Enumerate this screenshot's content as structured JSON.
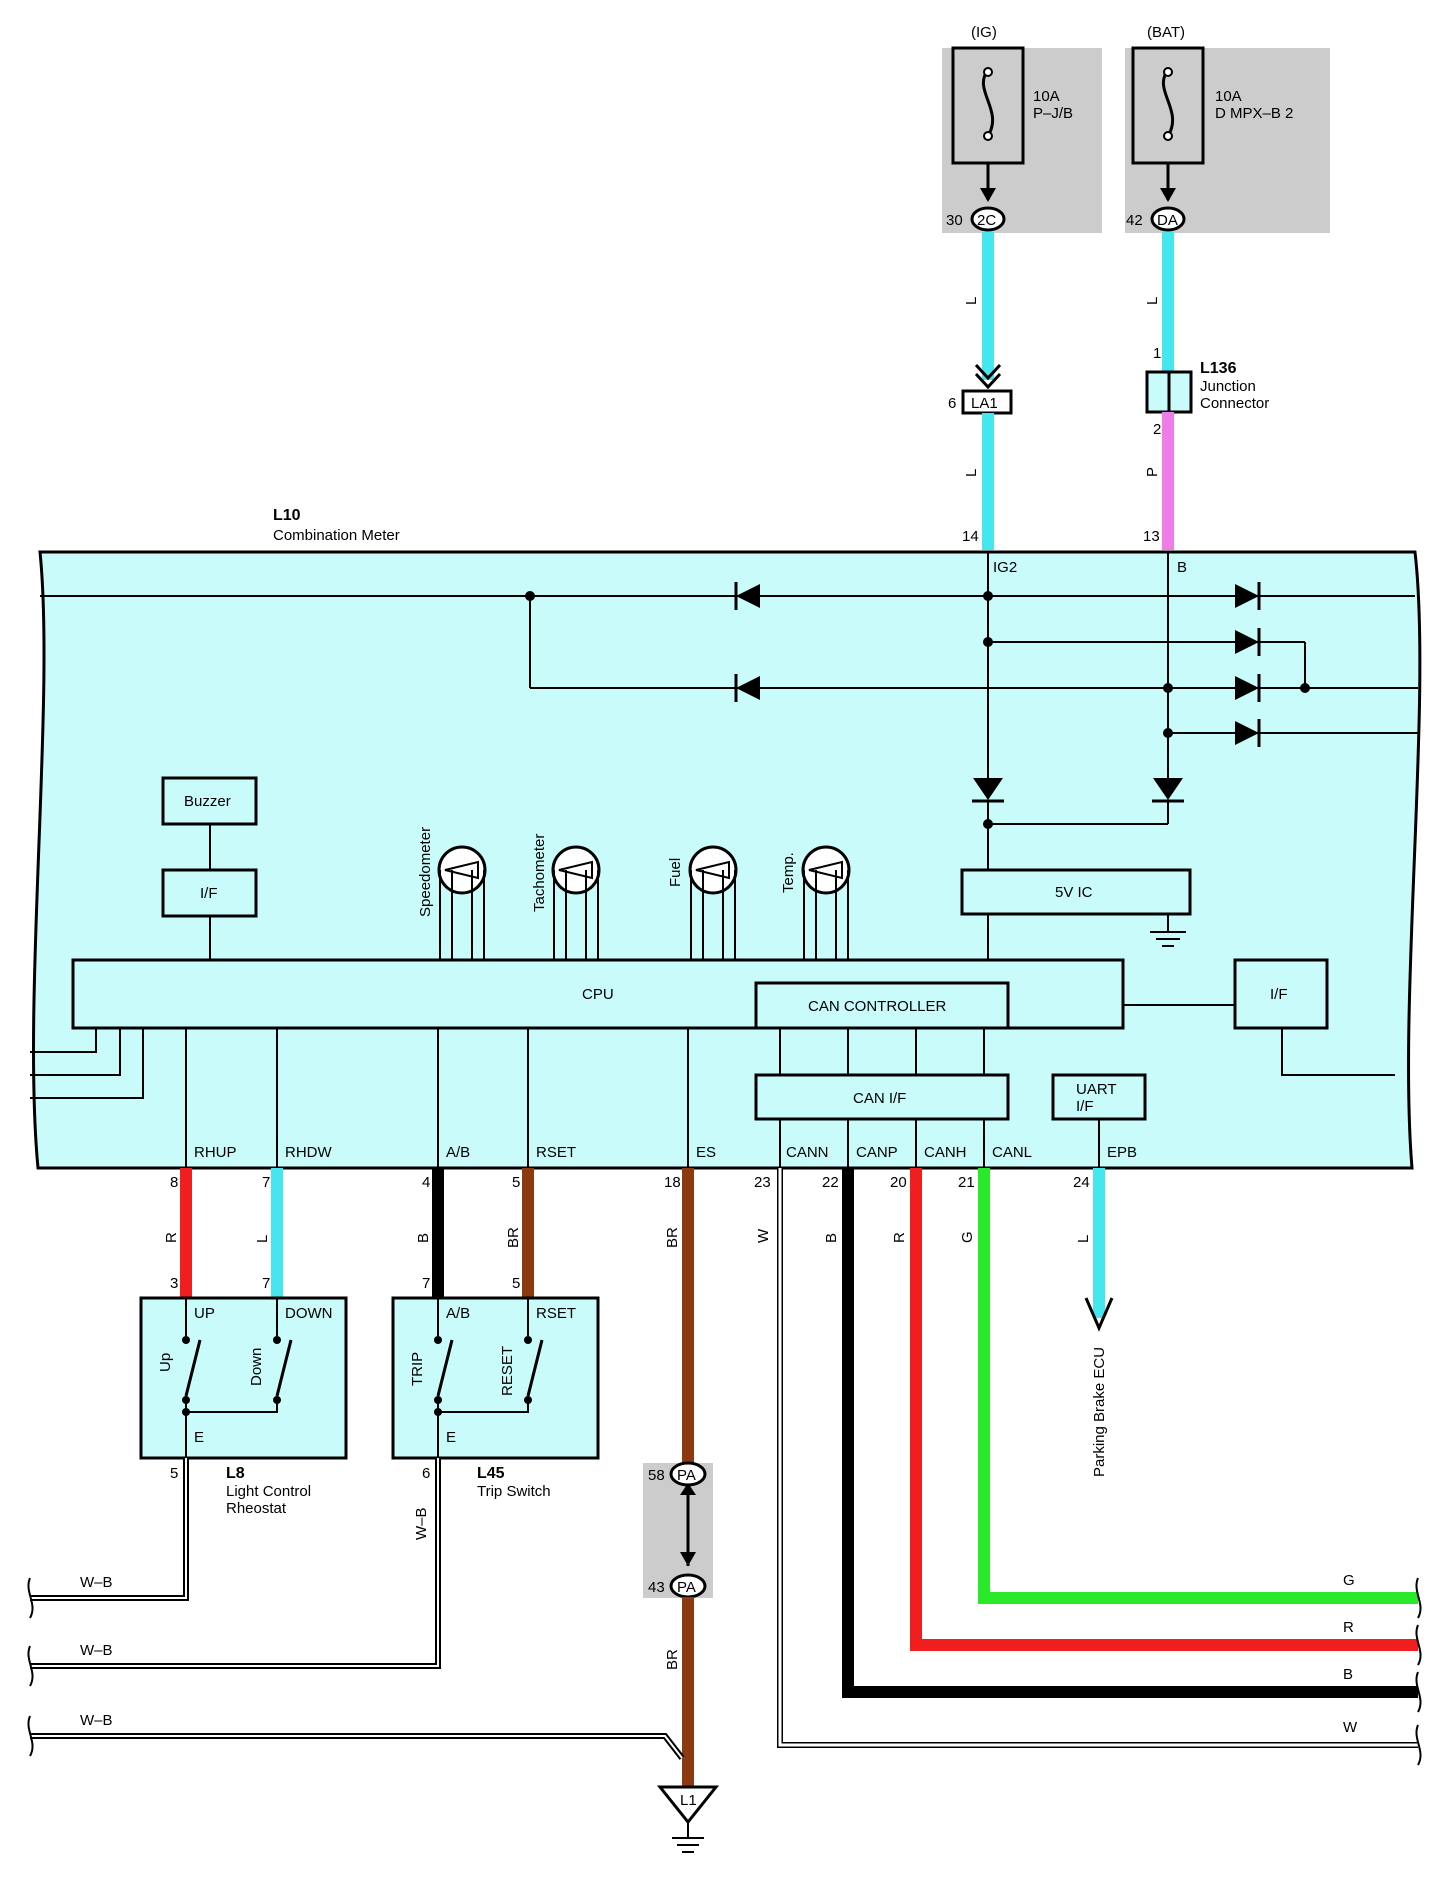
{
  "colors": {
    "L": "#46e6f0",
    "P": "#f07ce8",
    "R": "#f01e1e",
    "B": "#000000",
    "BR": "#8b3a12",
    "G": "#2ae82a",
    "W": "#ffffff",
    "meter": "#c9fbfb",
    "fusebg": "#cccccc"
  },
  "fuses": {
    "ig": {
      "source": "(IG)",
      "rating": "10A",
      "name": "P–J/B",
      "pin": "30",
      "conn": "2C"
    },
    "bat": {
      "source": "(BAT)",
      "rating": "10A",
      "name": "D MPX–B 2",
      "pin": "42",
      "conn": "DA"
    }
  },
  "la1": {
    "pin": "6",
    "id": "LA1"
  },
  "l136": {
    "id": "L136",
    "desc1": "Junction",
    "desc2": "Connector",
    "pin_in": "1",
    "pin_out": "2"
  },
  "wire_labels": {
    "l": "L",
    "p": "P",
    "r": "R",
    "b": "B",
    "br": "BR",
    "w": "W",
    "g": "G",
    "wb": "W–B"
  },
  "meter": {
    "id": "L10",
    "name": "Combination Meter",
    "pin_ig2": "14",
    "label_ig2": "IG2",
    "pin_b": "13",
    "label_b": "B",
    "buzzer": "Buzzer",
    "if": "I/F",
    "cpu": "CPU",
    "can_controller": "CAN CONTROLLER",
    "can_if": "CAN I/F",
    "uart1": "UART",
    "uart2": "I/F",
    "ic5v": "5V IC",
    "gauges": [
      "Speedometer",
      "Tachometer",
      "Fuel",
      "Temp."
    ],
    "terminals": [
      {
        "label": "RHUP",
        "pin": "8"
      },
      {
        "label": "RHDW",
        "pin": "7"
      },
      {
        "label": "A/B",
        "pin": "4"
      },
      {
        "label": "RSET",
        "pin": "5"
      },
      {
        "label": "ES",
        "pin": "18"
      },
      {
        "label": "CANN",
        "pin": "23"
      },
      {
        "label": "CANP",
        "pin": "22"
      },
      {
        "label": "CANH",
        "pin": "20"
      },
      {
        "label": "CANL",
        "pin": "21"
      },
      {
        "label": "EPB",
        "pin": "24"
      }
    ]
  },
  "l8": {
    "id": "L8",
    "name1": "Light Control",
    "name2": "Rheostat",
    "pin_up": "3",
    "pin_down": "7",
    "pin_e": "5",
    "up": "UP",
    "down": "DOWN",
    "sw_up": "Up",
    "sw_down": "Down",
    "e": "E"
  },
  "l45": {
    "id": "L45",
    "name": "Trip Switch",
    "pin_ab": "7",
    "pin_rset": "5",
    "pin_e": "6",
    "ab": "A/B",
    "rset": "RSET",
    "sw_trip": "TRIP",
    "sw_reset": "RESET",
    "e": "E"
  },
  "pa": {
    "pin_top": "58",
    "pin_bottom": "43",
    "conn": "PA"
  },
  "ground": {
    "id": "L1"
  },
  "parking": {
    "label": "Parking Brake ECU"
  }
}
